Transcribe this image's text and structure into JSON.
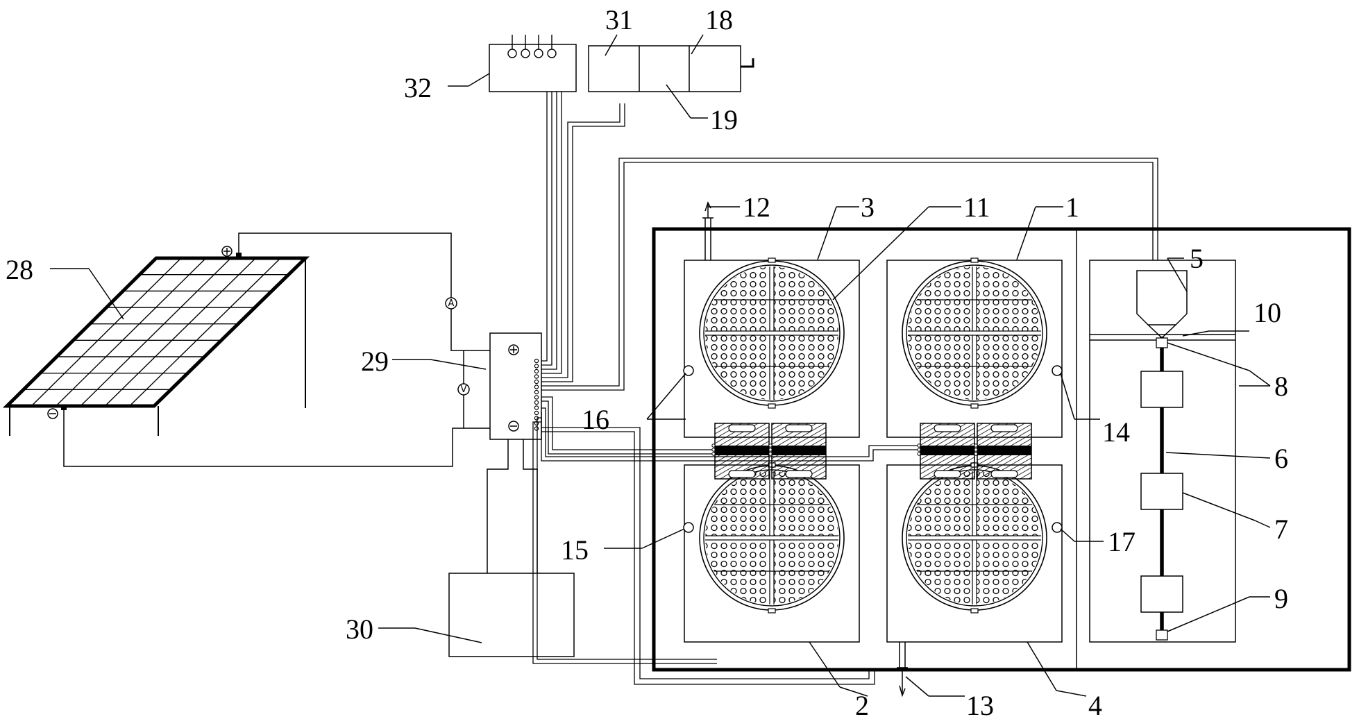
{
  "labels": {
    "n1": "1",
    "n2": "2",
    "n3": "3",
    "n4": "4",
    "n5": "5",
    "n6": "6",
    "n7": "7",
    "n8": "8",
    "n9": "9",
    "n10": "10",
    "n11": "11",
    "n12": "12",
    "n13": "13",
    "n14": "14",
    "n15": "15",
    "n16": "16",
    "n17": "17",
    "n18": "18",
    "n19": "19",
    "n28": "28",
    "n29": "29",
    "n30": "30",
    "n31": "31",
    "n32": "32"
  },
  "symbols": {
    "plus": "+",
    "minus": "−",
    "ammeter": "A",
    "voltmeter": "V"
  }
}
